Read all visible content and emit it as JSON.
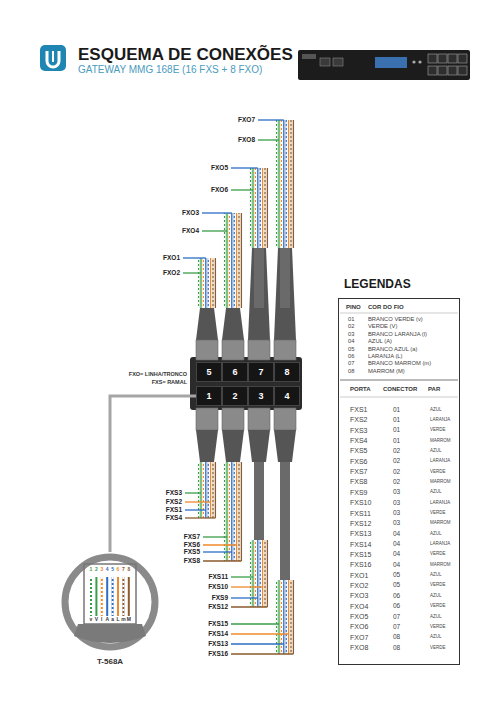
{
  "diagram": {
    "title": "ESQUEMA DE CONEXÕES",
    "nodes": [
      {
        "text": [
          "5"
        ]
      },
      {
        "text": [
          "6"
        ]
      },
      {
        "text": [
          "7"
        ]
      },
      {
        "text": [
          "8"
        ]
      },
      {
        "text": [
          "1"
        ]
      },
      {
        "text": [
          "2"
        ]
      },
      {
        "text": [
          "3"
        ]
      },
      {
        "text": [
          "4"
        ]
      },
      {
        "text": [
          "LEGENDAS"
        ]
      },
      {
        "text": [
          "T-568A"
        ]
      }
    ],
    "edges": [
      {
        "from": 4,
        "to": 9,
        "arrow": "none"
      }
    ],
    "labels": [
      "GATEWAY MMG 168E (16 FXS + 8 FXO)",
      "FXO= LINHA/TRONCO",
      "FXS= RAMAL",
      "FXO7",
      "FXO8",
      "FXO5",
      "FXO6",
      "FXO3",
      "FXO4",
      "FXO1",
      "FXO2",
      "FXS3",
      "FXS2",
      "FXS1",
      "FXS4",
      "FXS7",
      "FXS6",
      "FXS5",
      "FXS8",
      "FXS11",
      "FXS10",
      "FXS9",
      "FXS12",
      "FXS15",
      "FXS14",
      "FXS13",
      "FXS16",
      "1",
      "2",
      "3",
      "4",
      "5",
      "6",
      "7",
      "8",
      "v",
      "V",
      "l",
      "A",
      "a",
      "L",
      "m",
      "M",
      "PINO",
      "COR DO FIO",
      "01",
      "BRANCO VERDE (v)",
      "02",
      "VERDE (V)",
      "03",
      "BRANCO LARANJA (l)",
      "04",
      "AZUL (A)",
      "05",
      "BRANCO AZUL (a)",
      "06",
      "LARANJA (L)",
      "07",
      "BRANCO MARROM (m)",
      "08",
      "MARROM (M)",
      "PORTA",
      "CONECTOR",
      "PAR",
      "FXS1",
      "01",
      "AZUL",
      "FXS2",
      "01",
      "LARANJA",
      "FXS3",
      "01",
      "VERDE",
      "FXS4",
      "01",
      "MARROM",
      "FXS5",
      "02",
      "AZUL",
      "FXS6",
      "02",
      "LARANJA",
      "FXS7",
      "02",
      "VERDE",
      "FXS8",
      "02",
      "MARROM",
      "FXS9",
      "03",
      "AZUL",
      "FXS10",
      "03",
      "LARANJA",
      "FXS11",
      "03",
      "VERDE",
      "FXS12",
      "03",
      "MARROM",
      "FXS13",
      "04",
      "AZUL",
      "FXS14",
      "04",
      "LARANJA",
      "FXS15",
      "04",
      "VERDE",
      "FXS16",
      "04",
      "MARROM",
      "FXO1",
      "05",
      "AZUL",
      "FXO2",
      "05",
      "VERDE",
      "FXO3",
      "06",
      "AZUL",
      "FXO4",
      "06",
      "VERDE",
      "FXO5",
      "07",
      "AZUL",
      "FXO6",
      "07",
      "VERDE",
      "FXO7",
      "08",
      "AZUL",
      "FXO8",
      "08",
      "VERDE"
    ]
  }
}
